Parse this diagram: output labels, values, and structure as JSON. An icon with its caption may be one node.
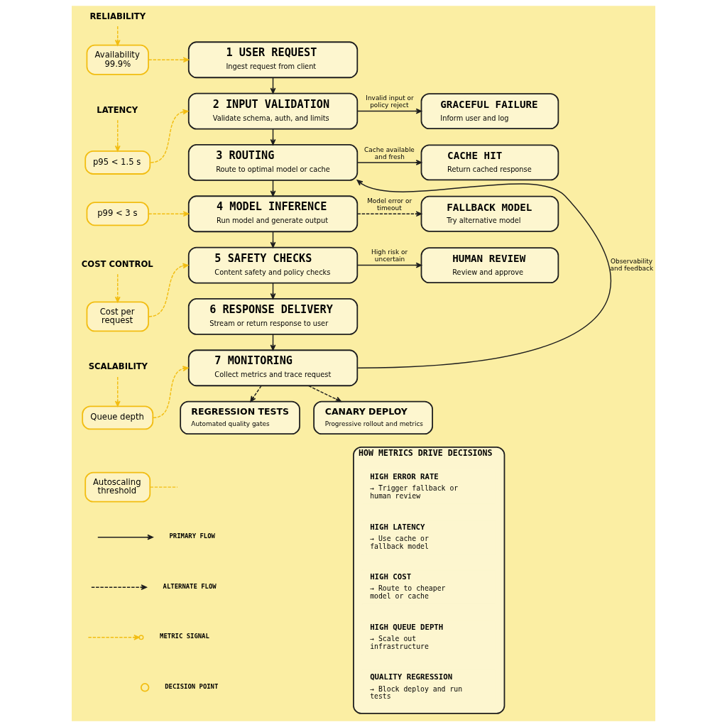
{
  "diagram": {
    "nodes": [
      {
        "text": [
          "RELIABILITY"
        ]
      },
      {
        "text": [
          "Availability 99.9%"
        ]
      },
      {
        "text": [
          "1 USER REQUEST",
          "Ingest request from client"
        ]
      },
      {
        "text": [
          "2 INPUT VALIDATION",
          "Validate schema, auth, and limits"
        ]
      },
      {
        "text": [
          "GRACEFUL FAILURE",
          "Inform user and log"
        ]
      },
      {
        "text": [
          "LATENCY"
        ]
      },
      {
        "text": [
          "3 ROUTING",
          "Route to optimal model or cache"
        ]
      },
      {
        "text": [
          "CACHE HIT",
          "Return cached response"
        ]
      },
      {
        "text": [
          "p95 < 1.5 s"
        ]
      },
      {
        "text": [
          "p99 < 3 s"
        ]
      },
      {
        "text": [
          "4 MODEL INFERENCE",
          "Run model and generate output"
        ]
      },
      {
        "text": [
          "FALLBACK MODEL",
          "Try alternative model"
        ]
      },
      {
        "text": [
          "COST CONTROL"
        ]
      },
      {
        "text": [
          "5 SAFETY CHECKS",
          "Content safety and policy checks"
        ]
      },
      {
        "text": [
          "HUMAN REVIEW",
          "Review and approve"
        ]
      },
      {
        "text": [
          "Cost per request"
        ]
      },
      {
        "text": [
          "6 RESPONSE DELIVERY",
          "Stream or return response to user"
        ]
      },
      {
        "text": [
          "SCALABILITY"
        ]
      },
      {
        "text": [
          "7 MONITORING",
          "Collect metrics and trace request"
        ]
      },
      {
        "text": [
          "Queue depth"
        ]
      },
      {
        "text": [
          "Autoscaling threshold"
        ]
      },
      {
        "text": [
          "REGRESSION TESTS",
          "Automated quality gates"
        ]
      },
      {
        "text": [
          "CANARY DEPLOY",
          "Progressive rollout and metrics"
        ]
      },
      {
        "text": [
          "HOW METRICS DRIVE DECISIONS"
        ]
      },
      {
        "text": [
          "HIGH ERROR RATE",
          "→ Trigger fallback or human review"
        ],
        "in": 23
      },
      {
        "text": [
          "HIGH LATENCY",
          "→ Use cache or fallback model"
        ],
        "in": 23
      },
      {
        "text": [
          "HIGH COST",
          "→ Route to cheaper model or cache"
        ],
        "in": 23
      },
      {
        "text": [
          "HIGH QUEUE DEPTH",
          "→ Scale out infrastructure"
        ],
        "in": 23
      },
      {
        "text": [
          "QUALITY REGRESSION",
          "→ Block deploy and run tests"
        ],
        "in": 23
      }
    ],
    "edges": [
      {
        "from": 0,
        "to": 1,
        "arrow": "to",
        "style": "dashed",
        "color": "#f2bd12"
      },
      {
        "from": 1,
        "to": 2,
        "arrow": "to",
        "style": "dashed",
        "color": "#f2bd12"
      },
      {
        "from": 2,
        "to": 3,
        "arrow": "to"
      },
      {
        "from": 3,
        "to": 4,
        "arrow": "to",
        "label": "Invalid input or policy reject"
      },
      {
        "from": 5,
        "to": 8,
        "arrow": "to",
        "style": "dashed",
        "color": "#f2bd12"
      },
      {
        "from": 8,
        "to": 3,
        "arrow": "to",
        "style": "dashed",
        "color": "#f2bd12"
      },
      {
        "from": 3,
        "to": 6,
        "arrow": "to"
      },
      {
        "from": 6,
        "to": 7,
        "arrow": "to",
        "label": "Cache available and fresh"
      },
      {
        "from": 9,
        "to": 10,
        "arrow": "to",
        "style": "dashed",
        "color": "#f2bd12"
      },
      {
        "from": 6,
        "to": 10,
        "arrow": "to"
      },
      {
        "from": 10,
        "to": 11,
        "arrow": "to",
        "label": "Model error or timeout",
        "style": "dashed"
      },
      {
        "from": 12,
        "to": 15,
        "arrow": "to",
        "style": "dashed",
        "color": "#f2bd12"
      },
      {
        "from": 15,
        "to": 13,
        "arrow": "to",
        "style": "dashed",
        "color": "#f2bd12"
      },
      {
        "from": 10,
        "to": 13,
        "arrow": "to"
      },
      {
        "from": 13,
        "to": 14,
        "arrow": "to",
        "label": "High risk or uncertain"
      },
      {
        "from": 13,
        "to": 16,
        "arrow": "to"
      },
      {
        "from": 17,
        "to": 19,
        "arrow": "to",
        "style": "dashed",
        "color": "#f2bd12"
      },
      {
        "from": 19,
        "to": 18,
        "arrow": "to",
        "style": "dashed",
        "color": "#f2bd12"
      },
      {
        "from": 16,
        "to": 18,
        "arrow": "to"
      },
      {
        "from": 18,
        "to": 6,
        "arrow": "to",
        "label": "Observability and feedback"
      },
      {
        "from": 20,
        "to": null,
        "arrow": "none",
        "style": "dashed",
        "color": "#f2bd12"
      },
      {
        "from": 18,
        "to": 21,
        "arrow": "to",
        "style": "dashed"
      },
      {
        "from": 18,
        "to": 22,
        "arrow": "to",
        "style": "dashed"
      }
    ],
    "legend": [
      {
        "text": "PRIMARY FLOW"
      },
      {
        "text": "ALTERNATE FLOW"
      },
      {
        "text": "METRIC SIGNAL"
      },
      {
        "text": "DECISION POINT"
      }
    ]
  }
}
